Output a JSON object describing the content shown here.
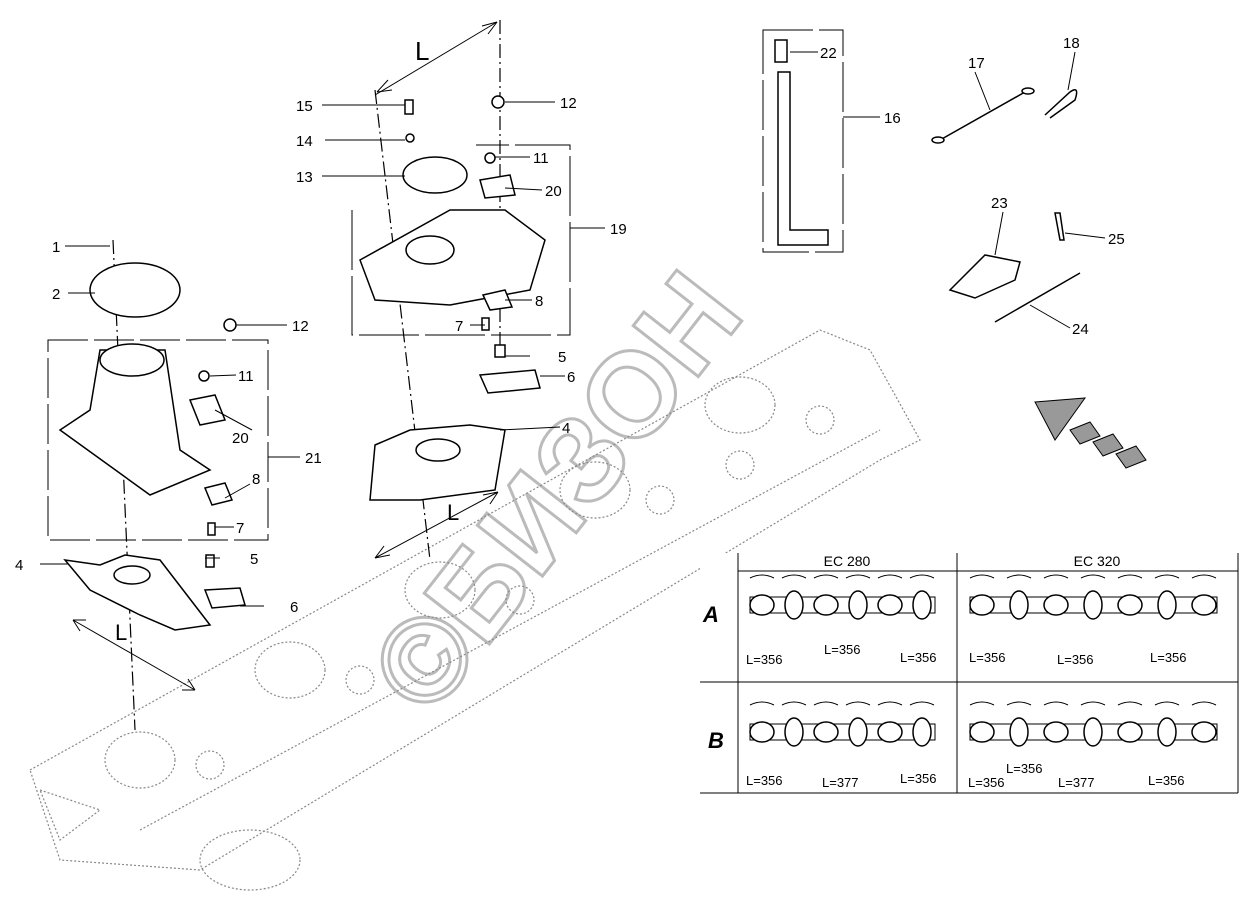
{
  "watermark": "©БИЗОН",
  "dimension_label": "L",
  "parts": [
    {
      "num": "1"
    },
    {
      "num": "2"
    },
    {
      "num": "4"
    },
    {
      "num": "4"
    },
    {
      "num": "5"
    },
    {
      "num": "5"
    },
    {
      "num": "6"
    },
    {
      "num": "6"
    },
    {
      "num": "7"
    },
    {
      "num": "7"
    },
    {
      "num": "8"
    },
    {
      "num": "8"
    },
    {
      "num": "11"
    },
    {
      "num": "11"
    },
    {
      "num": "12"
    },
    {
      "num": "12"
    },
    {
      "num": "13"
    },
    {
      "num": "14"
    },
    {
      "num": "15"
    },
    {
      "num": "16"
    },
    {
      "num": "17"
    },
    {
      "num": "18"
    },
    {
      "num": "19"
    },
    {
      "num": "20"
    },
    {
      "num": "20"
    },
    {
      "num": "21"
    },
    {
      "num": "22"
    },
    {
      "num": "23"
    },
    {
      "num": "24"
    },
    {
      "num": "25"
    }
  ],
  "table": {
    "columns": [
      "EC 280",
      "EC 320"
    ],
    "rows": [
      {
        "label": "A",
        "ec280": [
          "L=356",
          "L=356",
          "L=356"
        ],
        "ec320": [
          "L=356",
          "L=356",
          "L=356"
        ]
      },
      {
        "label": "B",
        "ec280": [
          "L=356",
          "L=377",
          "L=356"
        ],
        "ec320": [
          "L=356",
          "L=356",
          "L=377",
          "L=356"
        ]
      }
    ]
  }
}
